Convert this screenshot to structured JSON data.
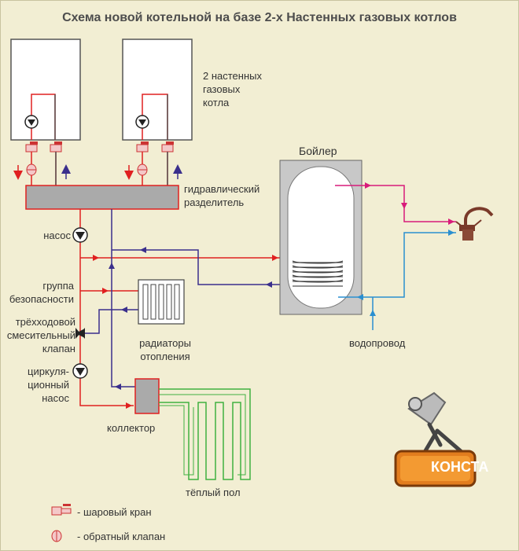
{
  "title": "Схема новой котельной на базе 2-х Настенных газовых котлов",
  "labels": {
    "boilers": [
      "2 настенных",
      "газовых",
      "котла"
    ],
    "hydro_separator": [
      "гидравлический",
      "разделитель"
    ],
    "boiler_tank": "Бойлер",
    "pump": "насос",
    "safety_group": [
      "группа",
      "безопасности"
    ],
    "three_way_valve": [
      "трёхходовой",
      "смесительный",
      "клапан"
    ],
    "circulation_pump": [
      "циркуля-",
      "ционный",
      "насос"
    ],
    "radiators": [
      "радиаторы",
      "отопления"
    ],
    "collector": "коллектор",
    "water_supply": "водопровод",
    "floor_heating": "тёплый пол"
  },
  "legend": [
    {
      "symbol": "ball-valve-icon",
      "text": "-  шаровый кран"
    },
    {
      "symbol": "check-valve-icon",
      "text": "-  обратный клапан"
    }
  ],
  "logo_text": "КОНСТА",
  "colors": {
    "supply": "#e02020",
    "return": "#3a2f8c",
    "floor": "#40b040",
    "cold_water": "#2a8fd0",
    "hot_water": "#d81b7a"
  }
}
